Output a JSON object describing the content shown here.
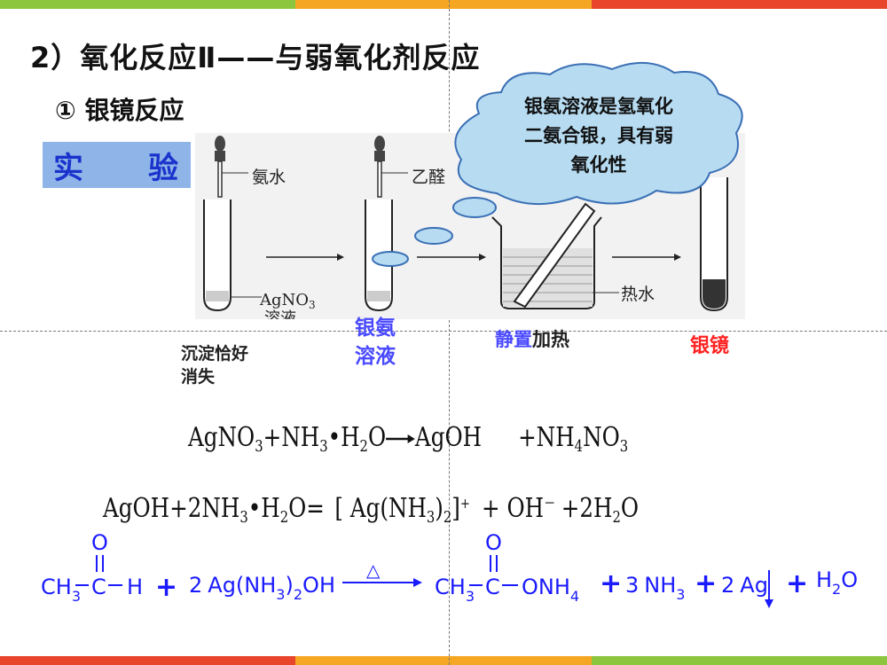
{
  "title": "2）氧化反应Ⅱ——与弱氧化剂反应",
  "subtitle": "① 银镜反应",
  "experiment_label": {
    "c1": "实",
    "c2": "验"
  },
  "apparatus": {
    "ammonia": "氨水",
    "acetaldehyde": "乙醛",
    "agno3_line1": "AgNO",
    "agno3_sub": "3",
    "agno3_line2": "溶液",
    "hot_water": "热水"
  },
  "cloud": {
    "line1": "银氨溶液是氢氧化",
    "line2": "二氨合银，具有弱",
    "line3": "氧化性"
  },
  "step_labels": {
    "precipitate_l1": "沉淀恰好",
    "precipitate_l2": "消失",
    "silver_ammonia_l1": "银氨",
    "silver_ammonia_l2": "溶液",
    "standing": "静置",
    "heating": "加热",
    "silver_mirror": "银镜"
  },
  "equation1": {
    "a": "AgNO",
    "a_sub": "3",
    "b": "+NH",
    "b_sub": "3",
    "c": "•H",
    "c_sub": "2",
    "d": "O",
    "e": "AgOH",
    "f": "+NH",
    "f_sub": "4",
    "g": "NO",
    "g_sub": "3"
  },
  "equation2": {
    "a": "AgOH+2NH",
    "a_sub": "3",
    "b": "•H",
    "b_sub": "2",
    "c": "O=",
    "d": "[ Ag(NH",
    "d_sub": "3",
    "e": ")",
    "e_sub": "2",
    "f": "]",
    "f_sup": "+",
    "g": "+  OH",
    "g_sup": "－",
    "h": "+2H",
    "h_sub": "2",
    "i": "O"
  },
  "reaction": {
    "o_top": "O",
    "ch3": "CH",
    "ch3_sub": "3",
    "c": "C",
    "h": "H",
    "plus": "+",
    "coef_ag": "2",
    "ag_complex": "Ag(NH",
    "ag_complex_sub1": "3",
    "ag_complex_mid": ")",
    "ag_complex_sub2": "2",
    "ag_complex_end": "OH",
    "heat": "△",
    "onh": "ONH",
    "onh_sub": "4",
    "coef_nh3": "3",
    "nh3": "NH",
    "nh3_sub": "3",
    "coef_ag2": "2",
    "ag": "Ag",
    "h2o": "H",
    "h2o_sub": "2",
    "h2o_o": "O"
  },
  "colors": {
    "reaction_blue": "#1a1aff",
    "label_blue": "#4a4aff",
    "silver_red": "#ff2222",
    "exp_box": "#8fb4e8",
    "bar_green": "#8cc63f",
    "bar_orange": "#f5a623",
    "bar_red": "#e8452c"
  }
}
